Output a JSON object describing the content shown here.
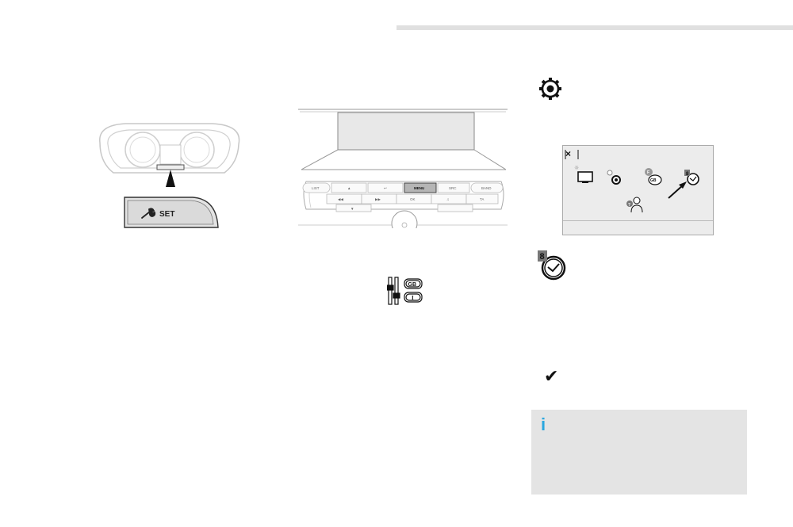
{
  "page": {
    "header_rule": "grey-bar"
  },
  "instrument_panel": {
    "button_label": "SET",
    "icon": "wrench-icon"
  },
  "radio_panel": {
    "buttons": {
      "list": "LIST",
      "up": "▲",
      "back": "↩",
      "menu": "MENU",
      "src": "SRC",
      "band": "BAND",
      "rewind": "◀◀",
      "forward": "▶▶",
      "ok": "OK",
      "music": "♫",
      "ta": "TA",
      "down": "▼"
    },
    "highlight_color": "#b5b5b5"
  },
  "settings_icon": "gear-icon",
  "touchscreen": {
    "close_label": "×",
    "icons": [
      "display-icon",
      "settings-icon",
      "language-icon",
      "clock-icon",
      "profile-help-icon"
    ],
    "clock_badge": "8",
    "language_badge": "GB",
    "help_badge": "?"
  },
  "clock_icon": {
    "badge": "8"
  },
  "language_icon": {
    "top_badge": "GB",
    "bottom_badge": "I"
  },
  "confirm_icon": "✔",
  "info": {
    "icon": "i",
    "text": "",
    "accent_color": "#2aa7df"
  }
}
